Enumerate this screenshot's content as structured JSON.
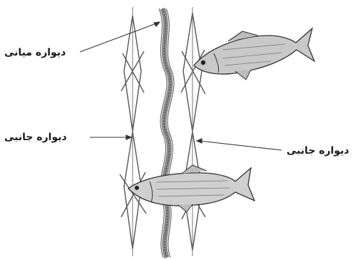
{
  "labels": {
    "middle_wall": "دیواره میانی",
    "side_wall_left": "دیواره جانبی",
    "side_wall_right": "دیواره جانبی"
  }
}
